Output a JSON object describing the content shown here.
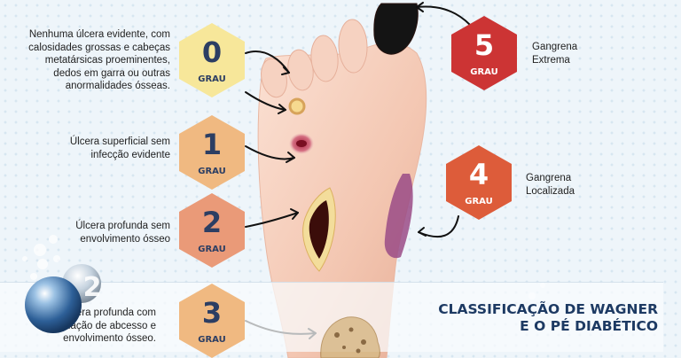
{
  "title": {
    "line1": "CLASSIFICAÇÃO DE WAGNER",
    "line2": "E O PÉ DIABÉTICO"
  },
  "grau_label": "GRAU",
  "grades": [
    {
      "number": "0",
      "color": "#f7e79a",
      "text_color": "#2c3e63",
      "description": [
        "Nenhuma úlcera evidente, com",
        "calosidades grossas e cabeças",
        "metatársicas proeminentes,",
        "dedos em garra ou outras",
        "anormalidades ósseas."
      ]
    },
    {
      "number": "1",
      "color": "#f0b981",
      "text_color": "#2c3e63",
      "description": [
        "Úlcera superficial sem",
        "infecção evidente"
      ]
    },
    {
      "number": "2",
      "color": "#ea9a78",
      "text_color": "#2c3e63",
      "description": [
        "Úlcera profunda sem",
        "envolvimento ósseo"
      ]
    },
    {
      "number": "3",
      "color": "#f0b981",
      "text_color": "#2c3e63",
      "description": [
        "Úlcera profunda com",
        "formação de abcesso e",
        "envolvimento ósseo."
      ]
    },
    {
      "number": "4",
      "color": "#dd5c3a",
      "text_color": "#ffffff",
      "description": [
        "Gangrena",
        "Localizada"
      ]
    },
    {
      "number": "5",
      "color": "#cc3434",
      "text_color": "#ffffff",
      "description": [
        "Gangrena",
        "Extrema"
      ]
    }
  ]
}
